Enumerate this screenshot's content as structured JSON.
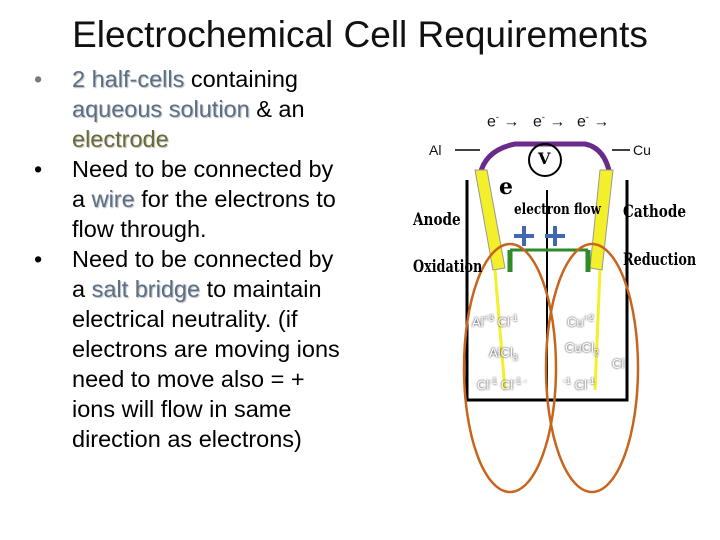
{
  "title": "Electrochemical Cell Requirements",
  "bullets": {
    "b1_hl1": "2 half-cells",
    "b1_t1": " containing",
    "b1_hl2": "aqueous solution",
    "b1_t2": " & an",
    "b1_hl3": "electrode",
    "b2_t1": "Need to be connected by",
    "b2_t2a": "a ",
    "b2_hl": "wire",
    "b2_t2b": " for the electrons to",
    "b2_t3": "flow through.",
    "b3_t1": "Need to be connected by",
    "b3_t2a": "a ",
    "b3_hl": "salt bridge",
    "b3_t2b": " to maintain",
    "b3_t3": "electrical neutrality. (if",
    "b3_t4": "electrons are moving ions",
    "b3_t5": "need to move also = +",
    "b3_t6": "ions will flow in same",
    "b3_t7": "direction as electrons)"
  },
  "diagram": {
    "electron_e": "e",
    "electron_sup": "-",
    "al_label": "Al",
    "cu_label": "Cu",
    "anode": "Anode",
    "oxidation": "Oxidation",
    "electron_flow": "electron flow",
    "cathode": "Cathode",
    "reduction": "Reduction",
    "voltmeter": "V",
    "e_hand": "e",
    "left_ion1_base": "Al",
    "left_ion1_sup": "+3",
    "left_ion2_base": "Cl",
    "left_ion2_sup": "-1",
    "left_salt_base": "AlCl",
    "left_salt_sub": "3",
    "left_ion3_base": "Cl",
    "left_ion3_sup": "-1",
    "left_ion4_base": "Cl",
    "left_ion4_sup": "-1 -",
    "right_ion1_base": "Cu",
    "right_ion1_sup": "+2",
    "right_salt_base": "CuCl",
    "right_salt_sub": "2",
    "right_ion2_sup": "-1",
    "right_ion3_base": "Cl",
    "right_ion3_sup": "-1",
    "right_cl": "Cl"
  },
  "colors": {
    "ellipse": "#c8651d",
    "wire": "#6a2a8a",
    "electrode": "#f3ef2a",
    "bridge": "#2f8a2a",
    "plus": "#3f68b0",
    "ion_text": "#ffffff"
  }
}
